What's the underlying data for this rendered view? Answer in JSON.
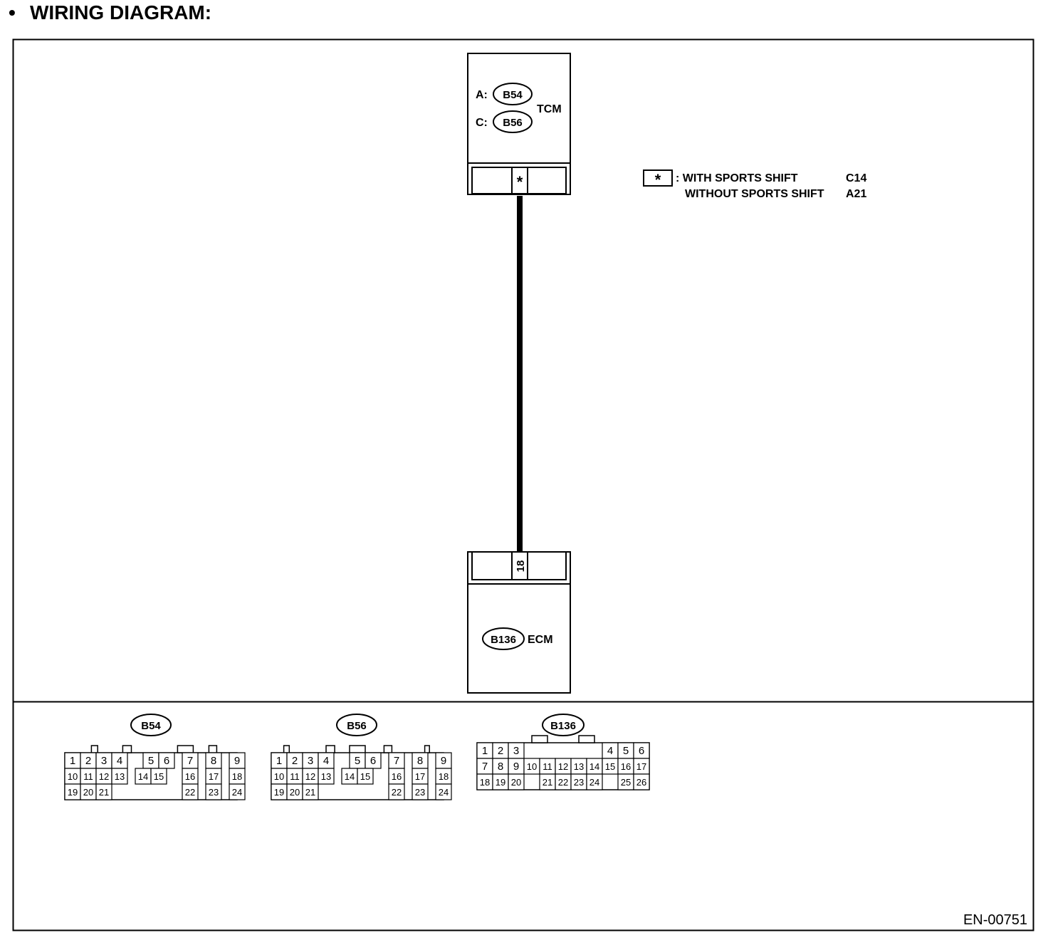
{
  "heading": {
    "bullet": "•",
    "text": "WIRING DIAGRAM:"
  },
  "tcm": {
    "name": "TCM",
    "connectors": [
      {
        "prefix": "A:",
        "code": "B54"
      },
      {
        "prefix": "C:",
        "code": "B56"
      }
    ],
    "pin": "*"
  },
  "ecm": {
    "name": "ECM",
    "code": "B136",
    "pin": "18"
  },
  "legend": {
    "symbol": "*",
    "rows": [
      {
        "label": ": WITH SPORTS SHIFT",
        "value": "C14"
      },
      {
        "label": "WITHOUT SPORTS SHIFT",
        "value": "A21"
      }
    ]
  },
  "connector_views": [
    {
      "code": "B54",
      "rows": [
        [
          "1",
          "2",
          "3",
          "4",
          "5",
          "6",
          "7",
          "8",
          "9"
        ],
        [
          "10",
          "11",
          "12",
          "13",
          "14",
          "15",
          "16",
          "17",
          "18"
        ],
        [
          "19",
          "20",
          "21",
          "22",
          "23",
          "24"
        ]
      ]
    },
    {
      "code": "B56",
      "rows": [
        [
          "1",
          "2",
          "3",
          "4",
          "5",
          "6",
          "7",
          "8",
          "9"
        ],
        [
          "10",
          "11",
          "12",
          "13",
          "14",
          "15",
          "16",
          "17",
          "18"
        ],
        [
          "19",
          "20",
          "21",
          "22",
          "23",
          "24"
        ]
      ]
    },
    {
      "code": "B136",
      "rows": [
        [
          "1",
          "2",
          "3",
          "4",
          "5",
          "6"
        ],
        [
          "7",
          "8",
          "9",
          "10",
          "11",
          "12",
          "13",
          "14",
          "15",
          "16",
          "17"
        ],
        [
          "18",
          "19",
          "20",
          "21",
          "22",
          "23",
          "24",
          "25",
          "26"
        ]
      ]
    }
  ],
  "figure_id": "EN-00751"
}
